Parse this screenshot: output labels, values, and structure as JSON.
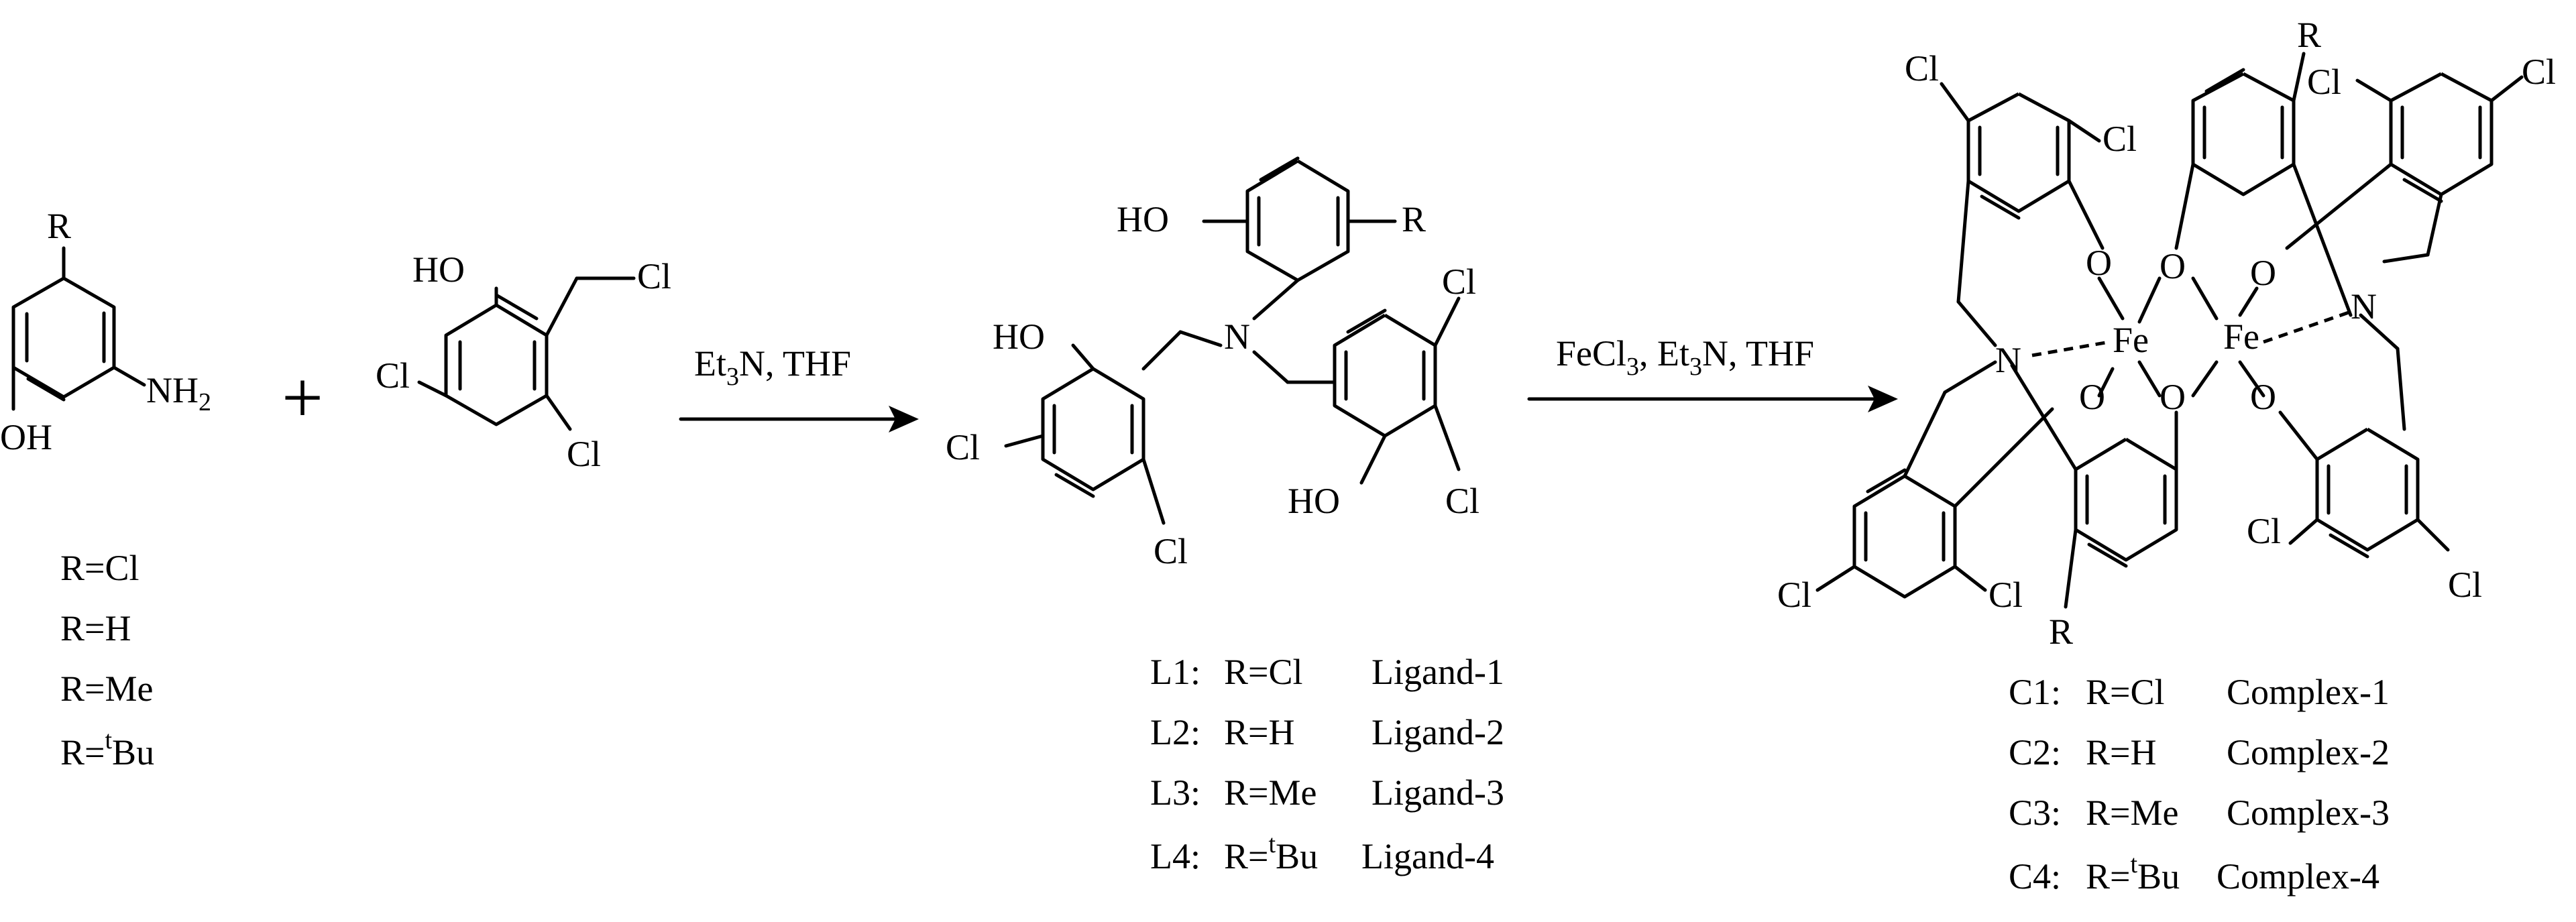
{
  "reactant_amine": {
    "atom_R": "R",
    "atom_N": "N",
    "atom_H2": "H",
    "sub_2": "2",
    "atom_OH": "OH",
    "r_options": [
      "R=Cl",
      "R=H",
      "R=Me",
      "R=tBu"
    ],
    "r_t_super": "t",
    "r_tbu_prefix": "R=",
    "r_tbu_suffix": "Bu"
  },
  "plus_sign": "+",
  "reactant_chloride": {
    "atom_HO": "HO",
    "atom_Cl_top": "Cl",
    "atom_Cl_left": "Cl",
    "atom_Cl_bottom": "Cl"
  },
  "step1_conditions": {
    "et": "Et",
    "sub3": "3",
    "rest": "N, THF"
  },
  "ligand": {
    "atom_HO_top": "HO",
    "atom_R": "R",
    "atom_N": "N",
    "atom_HO_left": "HO",
    "atom_Cl_left": "Cl",
    "atom_Cl_bottom_left": "Cl",
    "atom_Cl_top_right": "Cl",
    "atom_HO_bottom": "HO",
    "atom_Cl_bottom_right": "Cl",
    "labels": [
      {
        "code": "L1:",
        "r": "R=Cl",
        "name": "Ligand-1"
      },
      {
        "code": "L2:",
        "r": "R=H",
        "name": "Ligand-2"
      },
      {
        "code": "L3:",
        "r": "R=Me",
        "name": "Ligand-3"
      },
      {
        "code": "L4:",
        "r_prefix": "R=",
        "r_super": "t",
        "r_suffix": "Bu",
        "name": "Ligand-4"
      }
    ]
  },
  "step2_conditions": {
    "fecl": "FeCl",
    "sub3a": "3",
    "et": ", Et",
    "sub3b": "3",
    "rest": "N, THF"
  },
  "complex": {
    "atom_Fe1": "Fe",
    "atom_Fe2": "Fe",
    "atom_N1": "N",
    "atom_N2": "N",
    "atom_O": "O",
    "atom_Cl": "Cl",
    "atom_R": "R",
    "labels": [
      {
        "code": "C1:",
        "r": "R=Cl",
        "name": "Complex-1"
      },
      {
        "code": "C2:",
        "r": "R=H",
        "name": "Complex-2"
      },
      {
        "code": "C3:",
        "r": "R=Me",
        "name": "Complex-3"
      },
      {
        "code": "C4:",
        "r_prefix": "R=",
        "r_super": "t",
        "r_suffix": "Bu",
        "name": "Complex-4"
      }
    ]
  }
}
